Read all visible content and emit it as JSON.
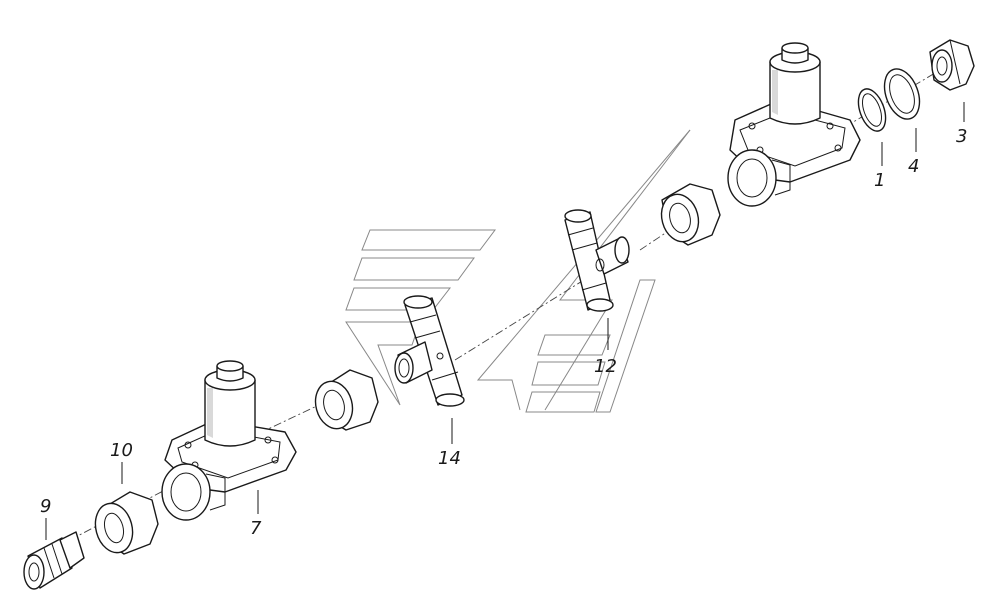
{
  "callouts": [
    {
      "id": "1",
      "text": "1"
    },
    {
      "id": "3",
      "text": "3"
    },
    {
      "id": "4",
      "text": "4"
    },
    {
      "id": "7",
      "text": "7"
    },
    {
      "id": "9",
      "text": "9"
    },
    {
      "id": "10",
      "text": "10"
    },
    {
      "id": "12",
      "text": "12"
    },
    {
      "id": "14",
      "text": "14"
    }
  ]
}
